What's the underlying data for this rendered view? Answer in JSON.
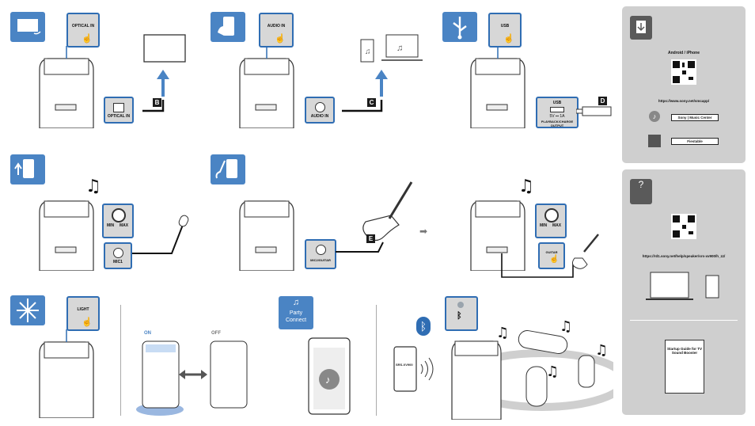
{
  "steps": {
    "optical": {
      "button_label": "OPTICAL IN",
      "jack_label": "OPTICAL IN",
      "cable_badge": "B"
    },
    "audio": {
      "button_label": "AUDIO IN",
      "jack_label": "AUDIO IN",
      "cable_badge": "C"
    },
    "usb": {
      "button_label": "USB",
      "port_title": "USB",
      "port_sub": "5V ⎓ 1A",
      "port_caption": "PLAYBACK/CHARGE OUTPUT",
      "cable_badge": "D"
    },
    "mic": {
      "level_min": "MIN",
      "level_max": "MAX",
      "jack_label": "MIC1"
    },
    "guitar": {
      "jack_label": "MIC2/GUITAR",
      "cable_badge": "E"
    },
    "guitar_mode": {
      "level_min": "MIN",
      "level_max": "MAX",
      "button_label": "GUITAR"
    },
    "light": {
      "button_label": "LIGHT",
      "on_label": "ON",
      "off_label": "OFF"
    },
    "party": {
      "logo_line1": "Party",
      "logo_line2": "Connect"
    },
    "bluetooth": {
      "phone_text": "SRS-XV900"
    }
  },
  "app_panel": {
    "platform": "Android / iPhone",
    "url": "https://www.sony.net/smcapp/",
    "apps": [
      {
        "name": "Sony | Music Center"
      },
      {
        "name": "Fiestable"
      }
    ]
  },
  "help_panel": {
    "url": "https://rd1.sony.net/help/speaker/srs-xv900/h_zz/",
    "guide_title": "Startup Guide for TV Sound Booster"
  },
  "colors": {
    "accent": "#2f6db3",
    "icon_bg": "#4a84c4",
    "panel_bg": "#cfcfcf"
  }
}
